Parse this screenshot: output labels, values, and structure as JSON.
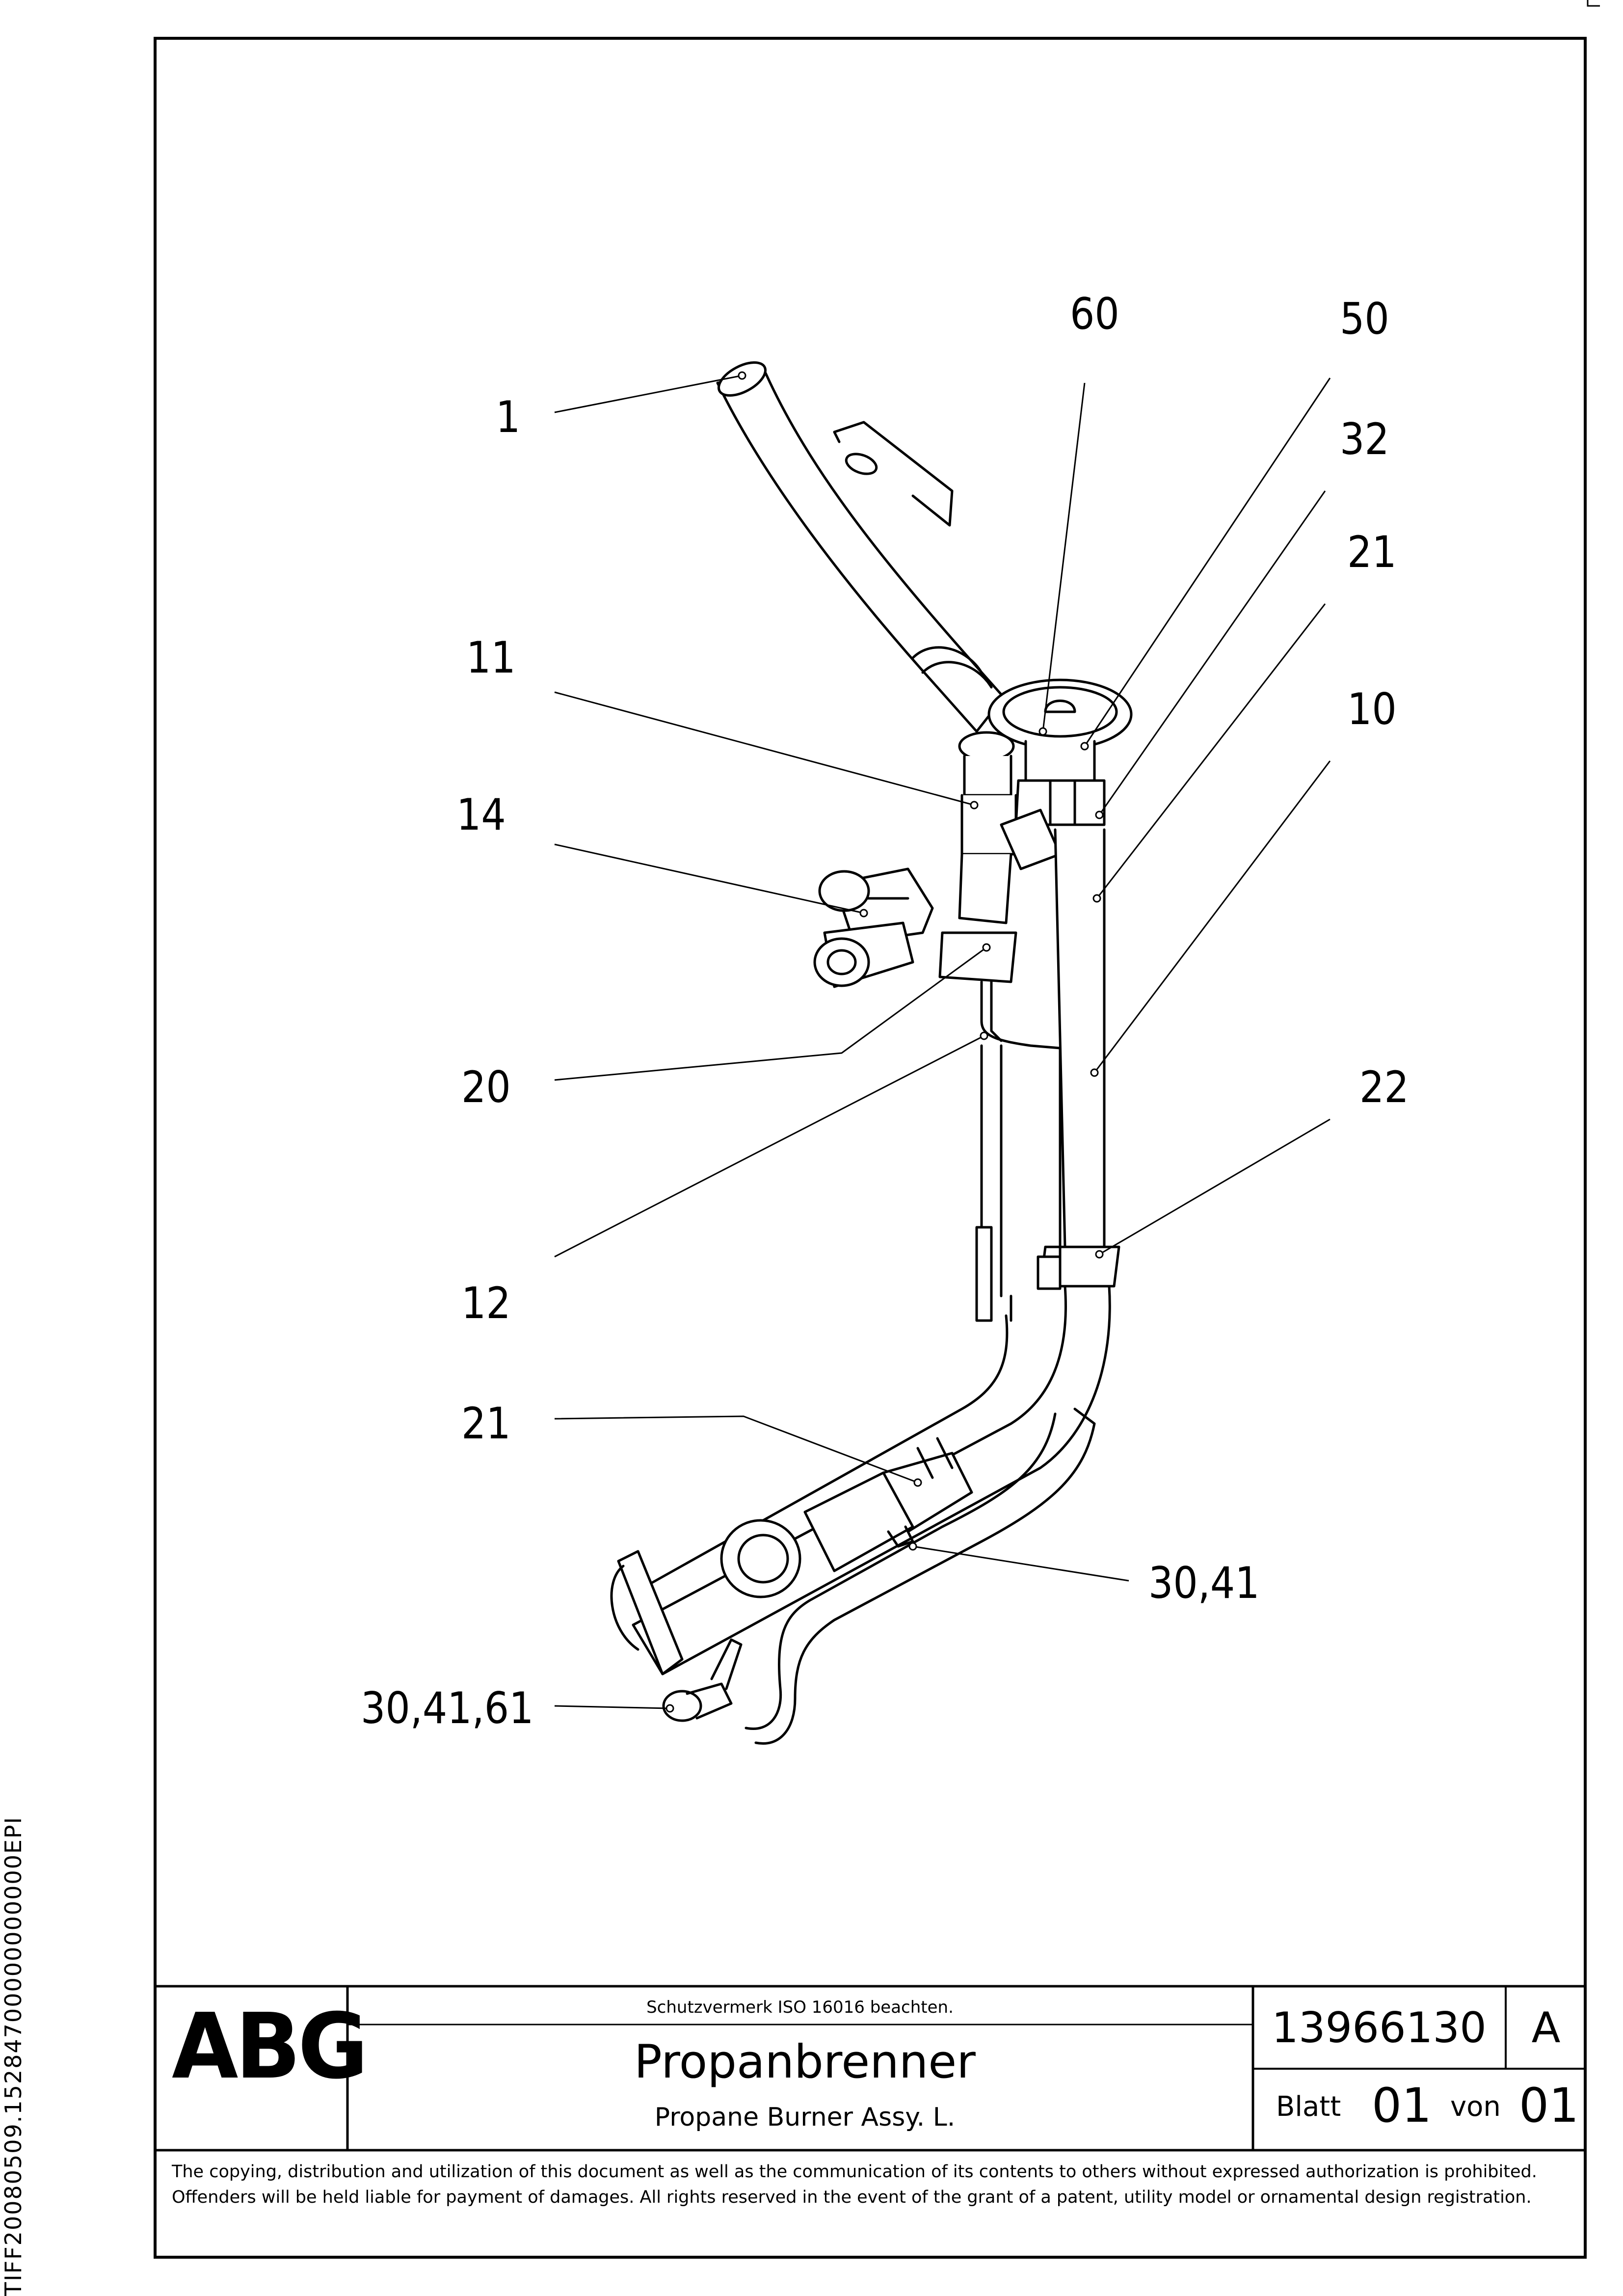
{
  "side_identifier": "TIFF20080509.15284700000000000EPI",
  "callouts": [
    "1",
    "60",
    "50",
    "32",
    "21",
    "10",
    "11",
    "14",
    "20",
    "22",
    "12",
    "21",
    "30,41",
    "30,41,61"
  ],
  "title_block": {
    "logo": "ABG",
    "protection_note": "Schutzvermerk ISO 16016 beachten.",
    "title_de": "Propanbrenner",
    "title_en": "Propane Burner Assy. L.",
    "drawing_number": "13966130",
    "revision": "A",
    "sheet_label": "Blatt",
    "sheet_number": "01",
    "of_label": "von",
    "sheet_total": "01"
  },
  "legal_notice": "The copying, distribution and utilization of this document as well as the communication of its contents to others without expressed authorization is prohibited. Offenders will be held liable for payment of damages. All rights reserved in the event of the grant of a patent, utility model or ornamental design registration."
}
